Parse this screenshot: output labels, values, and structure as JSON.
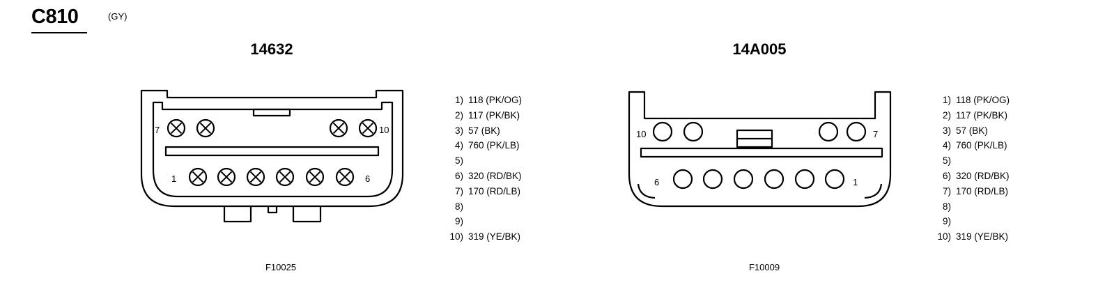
{
  "connector": {
    "id": "C810",
    "color_code": "(GY)"
  },
  "left": {
    "part_number": "14632",
    "figure_code": "F10025",
    "pin_labels": {
      "p1": "1",
      "p6": "6",
      "p7": "7",
      "p10": "10"
    },
    "pins": [
      {
        "num": "1)",
        "circuit": "118 (PK/OG)"
      },
      {
        "num": "2)",
        "circuit": "117 (PK/BK)"
      },
      {
        "num": "3)",
        "circuit": "57 (BK)"
      },
      {
        "num": "4)",
        "circuit": "760 (PK/LB)"
      },
      {
        "num": "5)",
        "circuit": ""
      },
      {
        "num": "6)",
        "circuit": "320 (RD/BK)"
      },
      {
        "num": "7)",
        "circuit": "170 (RD/LB)"
      },
      {
        "num": "8)",
        "circuit": ""
      },
      {
        "num": "9)",
        "circuit": ""
      },
      {
        "num": "10)",
        "circuit": "319 (YE/BK)"
      }
    ]
  },
  "right": {
    "part_number": "14A005",
    "figure_code": "F10009",
    "pin_labels": {
      "p1": "1",
      "p6": "6",
      "p7": "7",
      "p10": "10"
    },
    "pins": [
      {
        "num": "1)",
        "circuit": "118 (PK/OG)"
      },
      {
        "num": "2)",
        "circuit": "117 (PK/BK)"
      },
      {
        "num": "3)",
        "circuit": "57 (BK)"
      },
      {
        "num": "4)",
        "circuit": "760 (PK/LB)"
      },
      {
        "num": "5)",
        "circuit": ""
      },
      {
        "num": "6)",
        "circuit": "320 (RD/BK)"
      },
      {
        "num": "7)",
        "circuit": "170 (RD/LB)"
      },
      {
        "num": "8)",
        "circuit": ""
      },
      {
        "num": "9)",
        "circuit": ""
      },
      {
        "num": "10)",
        "circuit": "319 (YE/BK)"
      }
    ]
  }
}
